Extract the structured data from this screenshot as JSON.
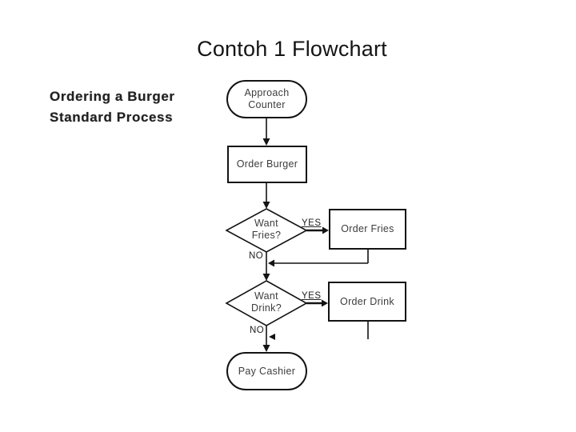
{
  "slide": {
    "title": "Contoh 1 Flowchart",
    "caption": {
      "line1": "Ordering a Burger",
      "line2": "Standard Process"
    }
  },
  "flowchart": {
    "nodes": {
      "approach": {
        "line1": "Approach",
        "line2": "Counter",
        "shape": "terminator"
      },
      "order_burger": {
        "label": "Order Burger",
        "shape": "process"
      },
      "want_fries": {
        "line1": "Want",
        "line2": "Fries?",
        "shape": "decision"
      },
      "order_fries": {
        "label": "Order Fries",
        "shape": "process"
      },
      "want_drink": {
        "line1": "Want",
        "line2": "Drink?",
        "shape": "decision"
      },
      "order_drink": {
        "label": "Order Drink",
        "shape": "process"
      },
      "pay_cashier": {
        "label": "Pay Cashier",
        "shape": "terminator"
      }
    },
    "edge_labels": {
      "yes_fries": "YES",
      "no_fries": "NO",
      "yes_drink": "YES",
      "no_drink": "NO"
    },
    "colors": {
      "stroke": "#131313",
      "node_text": "#3c3c3c",
      "background": "#ffffff"
    }
  }
}
